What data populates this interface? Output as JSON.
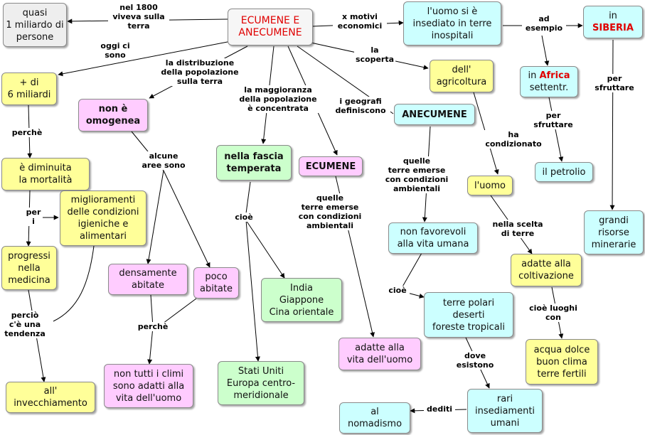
{
  "colors": {
    "yellow": "#ffff99",
    "pink": "#ffccff",
    "green": "#ccffcc",
    "cyan": "#ccffff",
    "grey": "#eeeeee",
    "title_bg": "#f6f6f6",
    "title_text": "#e00000",
    "red_text": "#e00000"
  },
  "map": {
    "title": "ECUMENE E\nANECUMENE",
    "nodes": {
      "quasi_miliardo": "quasi\n1 miliardo di\npersone",
      "sei_miliardi": "+ di\n6 miliardi",
      "diminuita_mortalita": "è diminuita\nla mortalità",
      "miglioramenti": "miglioramenti\ndelle condizioni\nigieniche e\nalimentari",
      "progressi": "progressi\nnella\nmedicina",
      "invecchiamento": "all'\ninvecchiamento",
      "non_omogenea": "non è\nomogenea",
      "densamente": "densamente\nabitate",
      "poco_abitate": "poco\nabitate",
      "climi": "non tutti i climi\nsono adatti alla\nvita dell'uomo",
      "fascia_temperata": "nella fascia\ntemperata",
      "india": "India\nGiappone\nCina orientale",
      "stati_uniti": "Stati Uniti\nEuropa centro-\nmeridionale",
      "ecumene": "ECUMENE",
      "adatte_vita": "adatte alla\nvita dell'uomo",
      "anecumene": "ANECUMENE",
      "non_favorevoli": "non favorevoli\nalla vita umana",
      "terre_polari": "terre polari\ndeserti\nforeste tropicali",
      "rari_insediamenti": "rari\ninsediamenti\numani",
      "nomadismo": "al\nnomadismo",
      "agricoltura": "dell'\nagricoltura",
      "uomo": "l'uomo",
      "adatte_coltivazione": "adatte alla\ncoltivazione",
      "acqua_dolce": "acqua dolce\nbuon clima\nterre fertili",
      "insediato": "l'uomo si è\ninsediato in terre\ninospitali",
      "africa_pre": "in ",
      "africa_red": "Africa",
      "africa_post": "\nsettentr.",
      "petrolio": "il petrolio",
      "siberia_pre": "in\n",
      "siberia_red": "SIBERIA",
      "risorse": "grandi\nrisorse\nminerarie"
    },
    "links": {
      "nel1800": "nel 1800\nviveva sulla\nterra",
      "oggi": "oggi ci\nsono",
      "perche1": "perchè",
      "peri": "per\ni",
      "percio": "perciò\nc'è una\ntendenza",
      "distribuzione": "la distribuzione\ndella popolazione\nsulla terra",
      "alcune": "alcune\naree sono",
      "perche2": "perchè",
      "maggioranza": "la maggioranza\ndella popolazione\nè concentrata",
      "cioe1": "cioè",
      "geografi": "i geografi\ndefiniscono",
      "quelle1": "quelle\nterre emerse\ncon condizioni\nambientali",
      "quelle2": "quelle\nterre emerse\ncon condizioni\nambientali",
      "cioe2": "cioè",
      "dove": "dove\nesistono",
      "dediti": "dediti",
      "scoperta": "la\nscoperta",
      "condizionato": "ha\ncondizionato",
      "scelta": "nella scelta\ndi terre",
      "cioeluoghi": "cioè luoghi\ncon",
      "motivi": "x motivi\neconomici",
      "esempio": "ad\nesempio",
      "sfruttare1": "per\nsfruttare",
      "sfruttare2": "per\nsfruttare"
    }
  }
}
